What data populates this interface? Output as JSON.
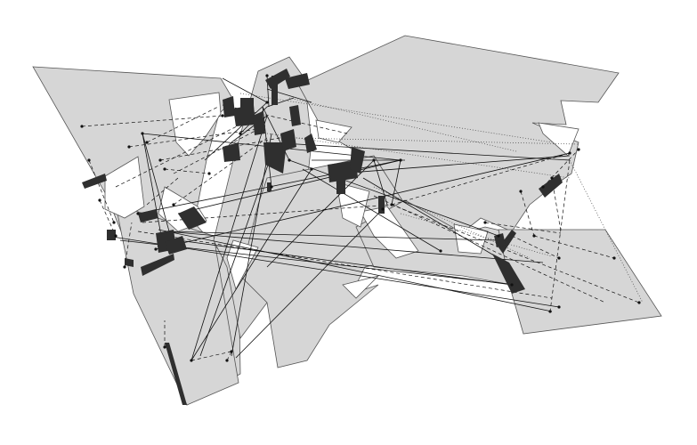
{
  "diagram": {
    "type": "abstract-line-diagram",
    "colors": {
      "background": "#ffffff",
      "panel_fill": "#d6d6d6",
      "panel_stroke": "#555555",
      "block_fill": "#2f2f2f",
      "line_solid": "#111111",
      "line_dashed": "#111111",
      "line_dotted": "#444444",
      "node_fill": "#111111"
    },
    "line_styles": [
      "solid",
      "dashed",
      "dotted"
    ]
  }
}
